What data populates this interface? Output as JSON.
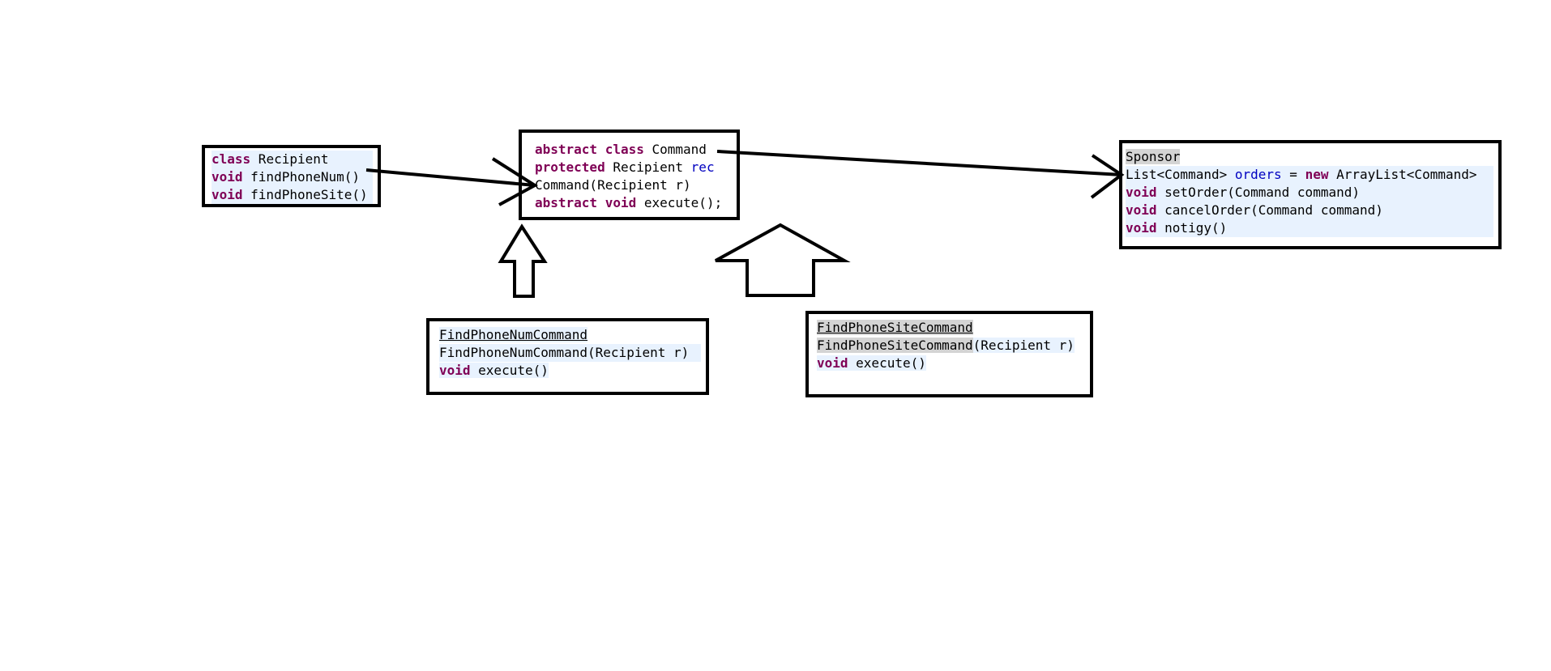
{
  "recipient": {
    "line1_kw": "class",
    "line1_text": " Recipient",
    "line2_kw": "void",
    "line2_text": " findPhoneNum()",
    "line3_kw": "void",
    "line3_text": " findPhoneSite()"
  },
  "command": {
    "line1_kw": "abstract class",
    "line1_text": " Command",
    "line2_kw": "protected",
    "line2_text": " Recipient ",
    "line2_field": "rec",
    "line3_text": "Command(Recipient r)",
    "line4_kw": "abstract void",
    "line4_text": " execute();"
  },
  "sponsor": {
    "title": "Sponsor",
    "line2_pre": "List<Command> ",
    "line2_field": "orders",
    "line2_mid": " = ",
    "line2_kw": "new",
    "line2_post": " ArrayList<Command>",
    "line3_kw": "void",
    "line3_text": " setOrder(Command command)",
    "line4_kw": "void",
    "line4_text": " cancelOrder(Command command)",
    "line5_kw": "void",
    "line5_text": " notigy()"
  },
  "find_num_command": {
    "title": "FindPhoneNumCommand",
    "line2_text": "FindPhoneNumCommand(Recipient r)",
    "line3_kw": "void",
    "line3_text": " execute()"
  },
  "find_site_command": {
    "title": "FindPhoneSiteCommand",
    "line2_name": "FindPhoneSiteCommand",
    "line2_rest": "(Recipient r)",
    "line3_kw": "void",
    "line3_text": " execute()"
  }
}
